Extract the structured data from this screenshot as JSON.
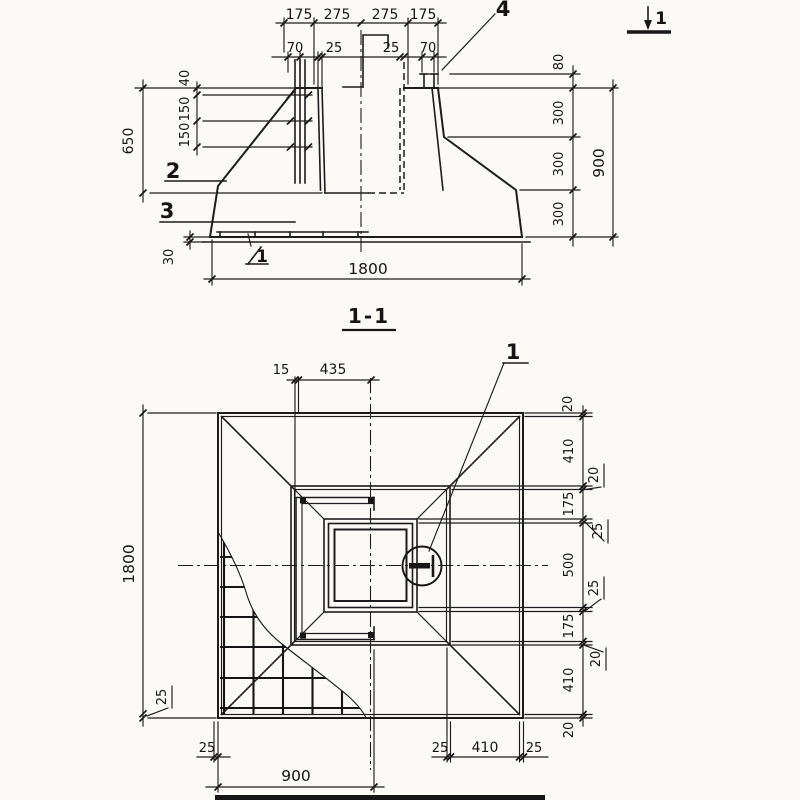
{
  "app": {
    "background": "#fbfaf7",
    "ink": "#1c1c1c"
  },
  "elevation": {
    "top_chain": [
      "175",
      "275",
      "275",
      "175"
    ],
    "mid_chain": [
      "70",
      "25",
      "25",
      "70"
    ],
    "left_steps": [
      "40",
      "150",
      "150"
    ],
    "left_total": "650",
    "right_top": "80",
    "right_steps": [
      "300",
      "300",
      "300"
    ],
    "right_total": "900",
    "width_total": "1800",
    "base_height": "30",
    "callout_anchors": "4",
    "callout_wall_bars": "2",
    "callout_bottom_mesh": "3",
    "callout_mesh_flag": "1",
    "section_cut_label": "1"
  },
  "section_title": "1-1",
  "plan": {
    "top_offset": "15",
    "top_half_inner": "435",
    "left_total": "1800",
    "left_cover_note": "25",
    "right_chain": [
      "20",
      "410",
      "175",
      "500",
      "175",
      "410",
      "20"
    ],
    "right_notes": [
      "20",
      "25",
      "25",
      "20"
    ],
    "bottom_right_chain": [
      "25",
      "410",
      "25"
    ],
    "bottom_corner_note": "20",
    "bottom_cover_note": "25",
    "bottom_half": "900",
    "detail_callout": "1"
  }
}
